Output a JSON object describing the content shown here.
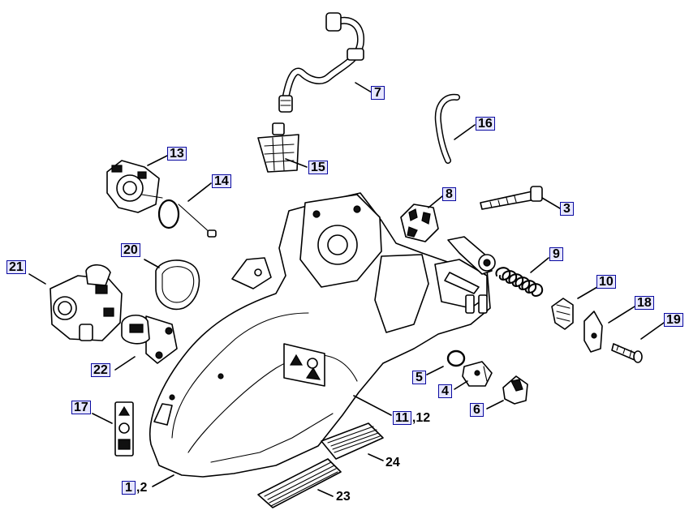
{
  "callouts": {
    "c7": {
      "num": "7"
    },
    "c16": {
      "num": "16"
    },
    "c13": {
      "num": "13"
    },
    "c14": {
      "num": "14"
    },
    "c15": {
      "num": "15"
    },
    "c8": {
      "num": "8"
    },
    "c3": {
      "num": "3"
    },
    "c20": {
      "num": "20"
    },
    "c21": {
      "num": "21"
    },
    "c9": {
      "num": "9"
    },
    "c10": {
      "num": "10"
    },
    "c18": {
      "num": "18"
    },
    "c19": {
      "num": "19"
    },
    "c22": {
      "num": "22"
    },
    "c5": {
      "num": "5"
    },
    "c4": {
      "num": "4"
    },
    "c6": {
      "num": "6"
    },
    "c17": {
      "num": "17"
    },
    "c11": {
      "num": "11",
      "suffix": ",12"
    },
    "c1": {
      "num": "1",
      "suffix": ",2"
    },
    "c24": {
      "num": "24"
    },
    "c23": {
      "num": "23"
    }
  },
  "colors": {
    "callout_border": "#0a0aa0",
    "callout_fill": "#e6e6ff",
    "line": "#000000"
  }
}
